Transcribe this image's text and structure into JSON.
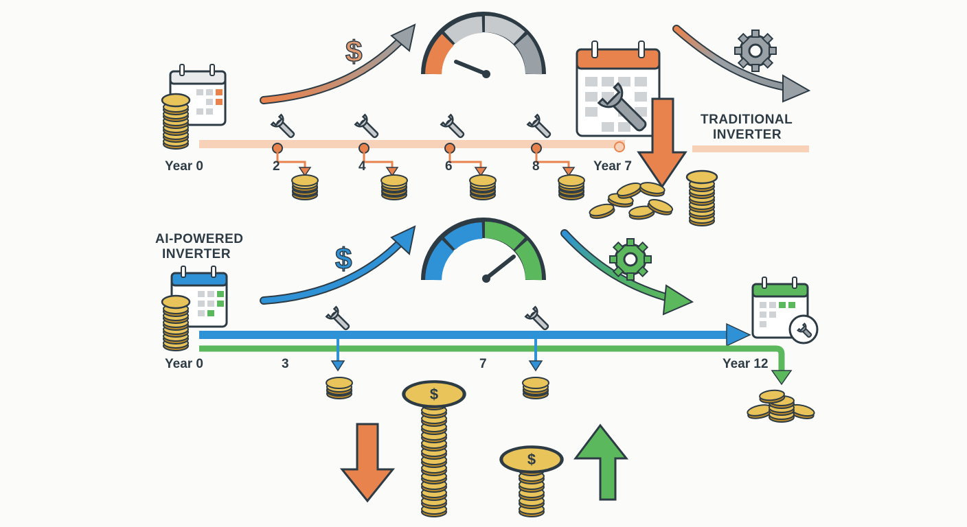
{
  "traditional": {
    "title_line1": "TRADITIONAL",
    "title_line2": "INVERTER",
    "start_label": "Year 0",
    "end_label": "Year 7",
    "maintenance_years": [
      "2",
      "4",
      "6",
      "8"
    ],
    "color": "#e8834e",
    "timeline_color": "#f7d1b8"
  },
  "ai": {
    "title_line1": "AI-POWERED",
    "title_line2": "INVERTER",
    "start_label": "Year 0",
    "end_label": "Year 12",
    "maintenance_years": [
      "3",
      "7"
    ],
    "blue": "#2f92d6",
    "green": "#5cb85c"
  },
  "icons": {
    "dollar": "dollar-icon",
    "gauge": "gauge-icon",
    "gear": "gear-icon",
    "calendar": "calendar-icon",
    "wrench": "wrench-icon",
    "coin_stack": "coin-stack-icon"
  },
  "comparison": {
    "traditional_cost": "higher",
    "ai_cost": "lower"
  }
}
